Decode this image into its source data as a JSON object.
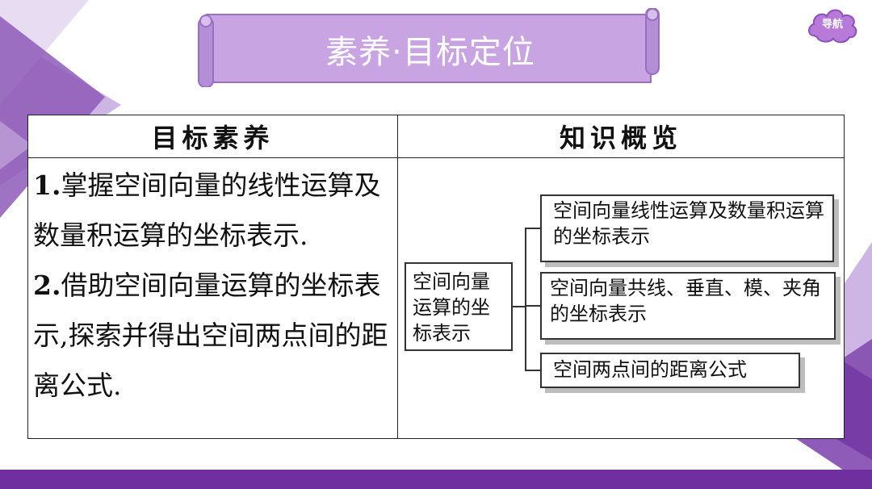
{
  "banner": {
    "title": "素养·目标定位"
  },
  "nav": {
    "label": "导航"
  },
  "table": {
    "headers": [
      "目标素养",
      "知识概览"
    ],
    "goals": [
      {
        "num": "1.",
        "text": "掌握空间向量的线性运算及数量积运算的坐标表示."
      },
      {
        "num": "2.",
        "text": "借助空间向量运算的坐标表示,探索并得出空间两点间的距离公式."
      }
    ]
  },
  "concept_map": {
    "root": "空间向量运算的坐标表示",
    "branches": [
      "空间向量线性运算及数量积运算的坐标表示",
      "空间向量共线、垂直、模、夹角的坐标表示",
      "空间两点间的距离公式"
    ]
  },
  "colors": {
    "accent": "#6f2f9f",
    "banner": "#c8a4e2",
    "decoration": "#9b6fc0"
  }
}
